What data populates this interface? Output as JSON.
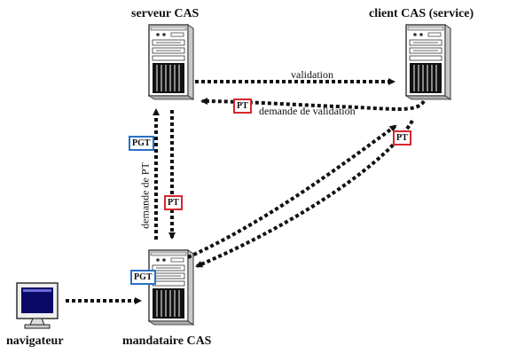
{
  "nodes": {
    "cas_server": "serveur CAS",
    "cas_client": "client CAS (service)",
    "proxy": "mandataire CAS",
    "browser": "navigateur"
  },
  "flows": {
    "validation": "validation",
    "validation_request": "demande de validation",
    "pt_request": "demande de PT"
  },
  "tickets": {
    "pt": "PT",
    "pgt": "PGT"
  },
  "colors": {
    "pt_border": "#d8262f",
    "pgt_border": "#2a6fc6",
    "arrow": "#111111"
  },
  "icons": [
    "server-tower-icon",
    "monitor-icon"
  ]
}
